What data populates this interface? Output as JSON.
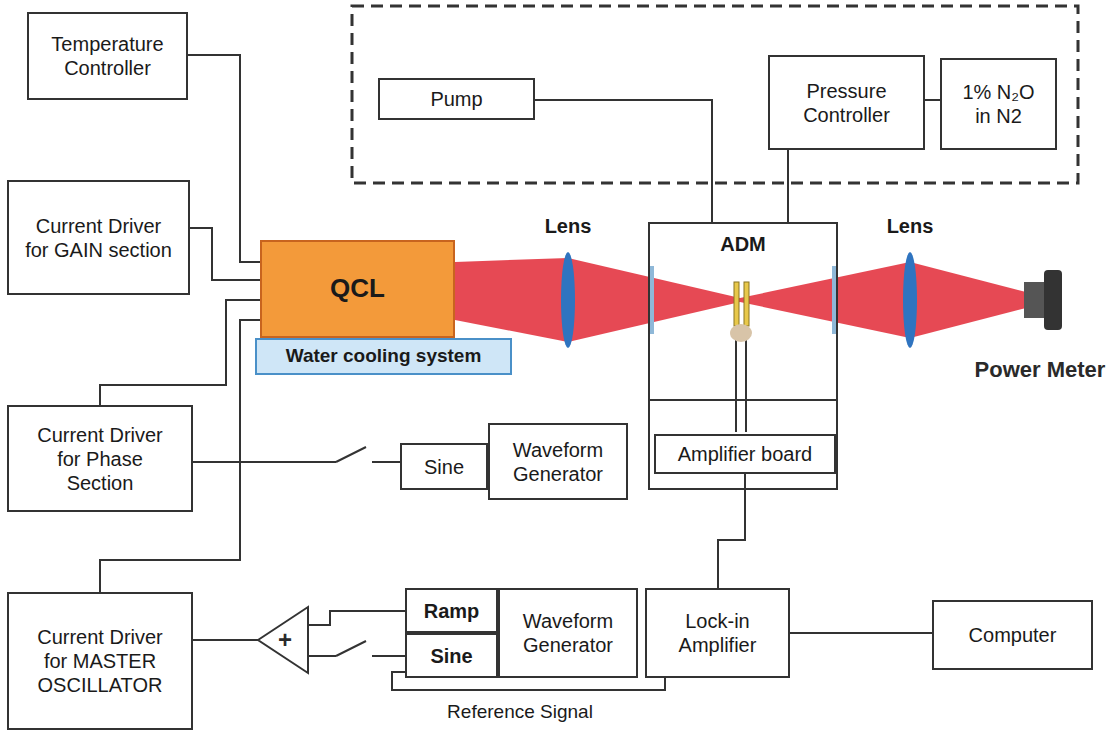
{
  "diagram": {
    "nodes": [
      {
        "text": [
          "Temperature Controller"
        ]
      },
      {
        "text": [
          "Current Driver for GAIN section"
        ]
      },
      {
        "text": [
          "Current Driver for Phase Section"
        ]
      },
      {
        "text": [
          "Current Driver for MASTER OSCILLATOR"
        ]
      },
      {
        "text": [
          "QCL"
        ]
      },
      {
        "text": [
          "Water cooling system"
        ]
      },
      {
        "text": [
          "Pump"
        ]
      },
      {
        "text": [
          "Pressure Controller"
        ]
      },
      {
        "text": [
          "1% N₂O in N2"
        ]
      },
      {
        "text": [
          "ADM"
        ]
      },
      {
        "text": [
          "Amplifier board"
        ],
        "in": 9
      },
      {
        "text": [
          "Sine"
        ]
      },
      {
        "text": [
          "Waveform Generator"
        ]
      },
      {
        "text": [
          "Ramp"
        ]
      },
      {
        "text": [
          "Sine"
        ]
      },
      {
        "text": [
          "Waveform Generator"
        ]
      },
      {
        "text": [
          "Lock-in Amplifier"
        ]
      },
      {
        "text": [
          "Computer"
        ]
      }
    ],
    "edges": [
      {
        "from": 0,
        "to": 4,
        "arrow": "none"
      },
      {
        "from": 1,
        "to": 4,
        "arrow": "none"
      },
      {
        "from": 2,
        "to": 4,
        "arrow": "none"
      },
      {
        "from": 3,
        "to": 4,
        "arrow": "none"
      },
      {
        "from": 11,
        "to": 2,
        "arrow": "none"
      },
      {
        "from": 13,
        "to": 3,
        "arrow": "none"
      },
      {
        "from": 14,
        "to": 3,
        "arrow": "none"
      },
      {
        "from": 14,
        "to": 16,
        "label": "Reference Signal",
        "arrow": "none"
      },
      {
        "from": 10,
        "to": 16,
        "arrow": "none"
      },
      {
        "from": 16,
        "to": 17,
        "arrow": "none"
      },
      {
        "from": 6,
        "to": 9,
        "arrow": "none"
      },
      {
        "from": 7,
        "to": 9,
        "arrow": "none"
      },
      {
        "from": 7,
        "to": 8,
        "arrow": "none"
      }
    ],
    "labels": [
      "Lens",
      "Lens",
      "Power Meter",
      "+"
    ]
  }
}
